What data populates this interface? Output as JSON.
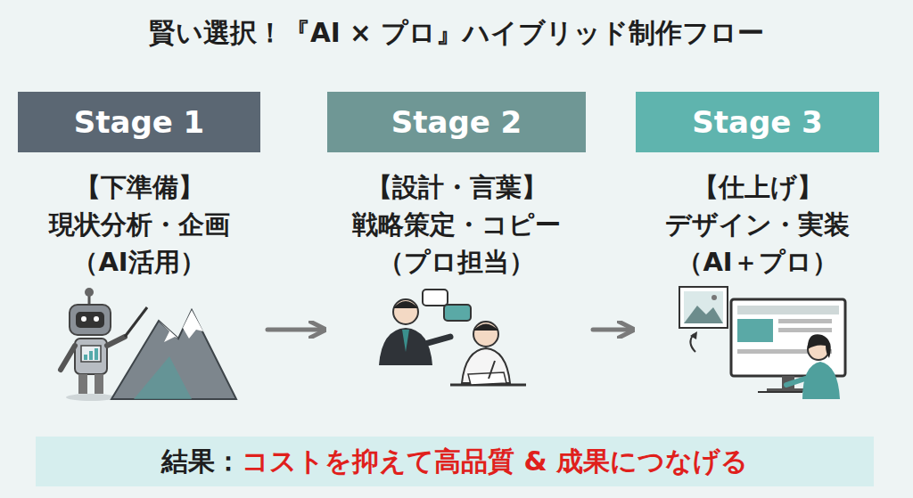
{
  "diagram": {
    "title": "賢い選択！『AI × プロ』ハイブリッド制作フロー",
    "nodes": [
      {
        "text": [
          "Stage 1",
          "【下準備】",
          "現状分析・企画",
          "（AI活用）"
        ]
      },
      {
        "text": [
          "Stage 2",
          "【設計・言葉】",
          "戦略策定・コピー",
          "（プロ担当）"
        ]
      },
      {
        "text": [
          "Stage 3",
          "【仕上げ】",
          "デザイン・実装",
          "（AI＋プロ）"
        ]
      },
      {
        "text": [
          "結果：",
          "コストを抑えて高品質 & 成果につなげる"
        ]
      }
    ],
    "edges": [
      {
        "from": 0,
        "to": 1,
        "arrow": "to"
      },
      {
        "from": 1,
        "to": 2,
        "arrow": "to"
      }
    ]
  }
}
